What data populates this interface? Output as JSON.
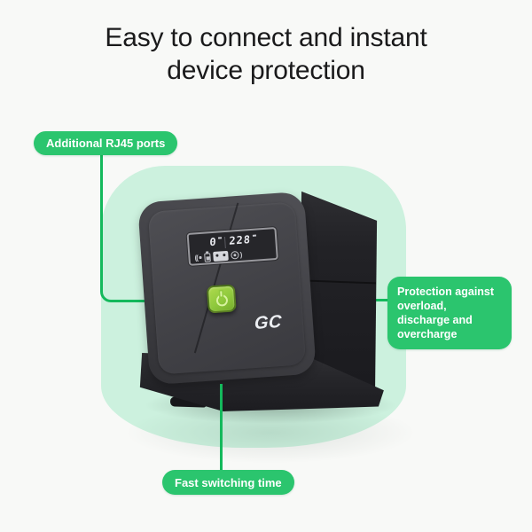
{
  "title": {
    "line1": "Easy to connect and instant",
    "line2": "device protection"
  },
  "callouts": {
    "rj45": "Additional RJ45 ports",
    "protection": "Protection against overload, discharge and overcharge",
    "switching": "Fast switching time"
  },
  "device": {
    "brand_logo": "GC",
    "lcd": {
      "load": "0",
      "voltage": "228",
      "icons": [
        "speaker-icon",
        "battery-icon",
        "outlet-icon",
        "bulb-icon"
      ]
    },
    "button": "power-icon"
  },
  "colors": {
    "background": "#f8f9f7",
    "blob_mint": "#ccf1de",
    "pill_green": "#2bc56e",
    "line_green": "#14b95c",
    "button_green": "#8fc93d",
    "device_body": "#3e4044",
    "title_text": "#1a1a1b",
    "label_text": "#ffffff"
  }
}
